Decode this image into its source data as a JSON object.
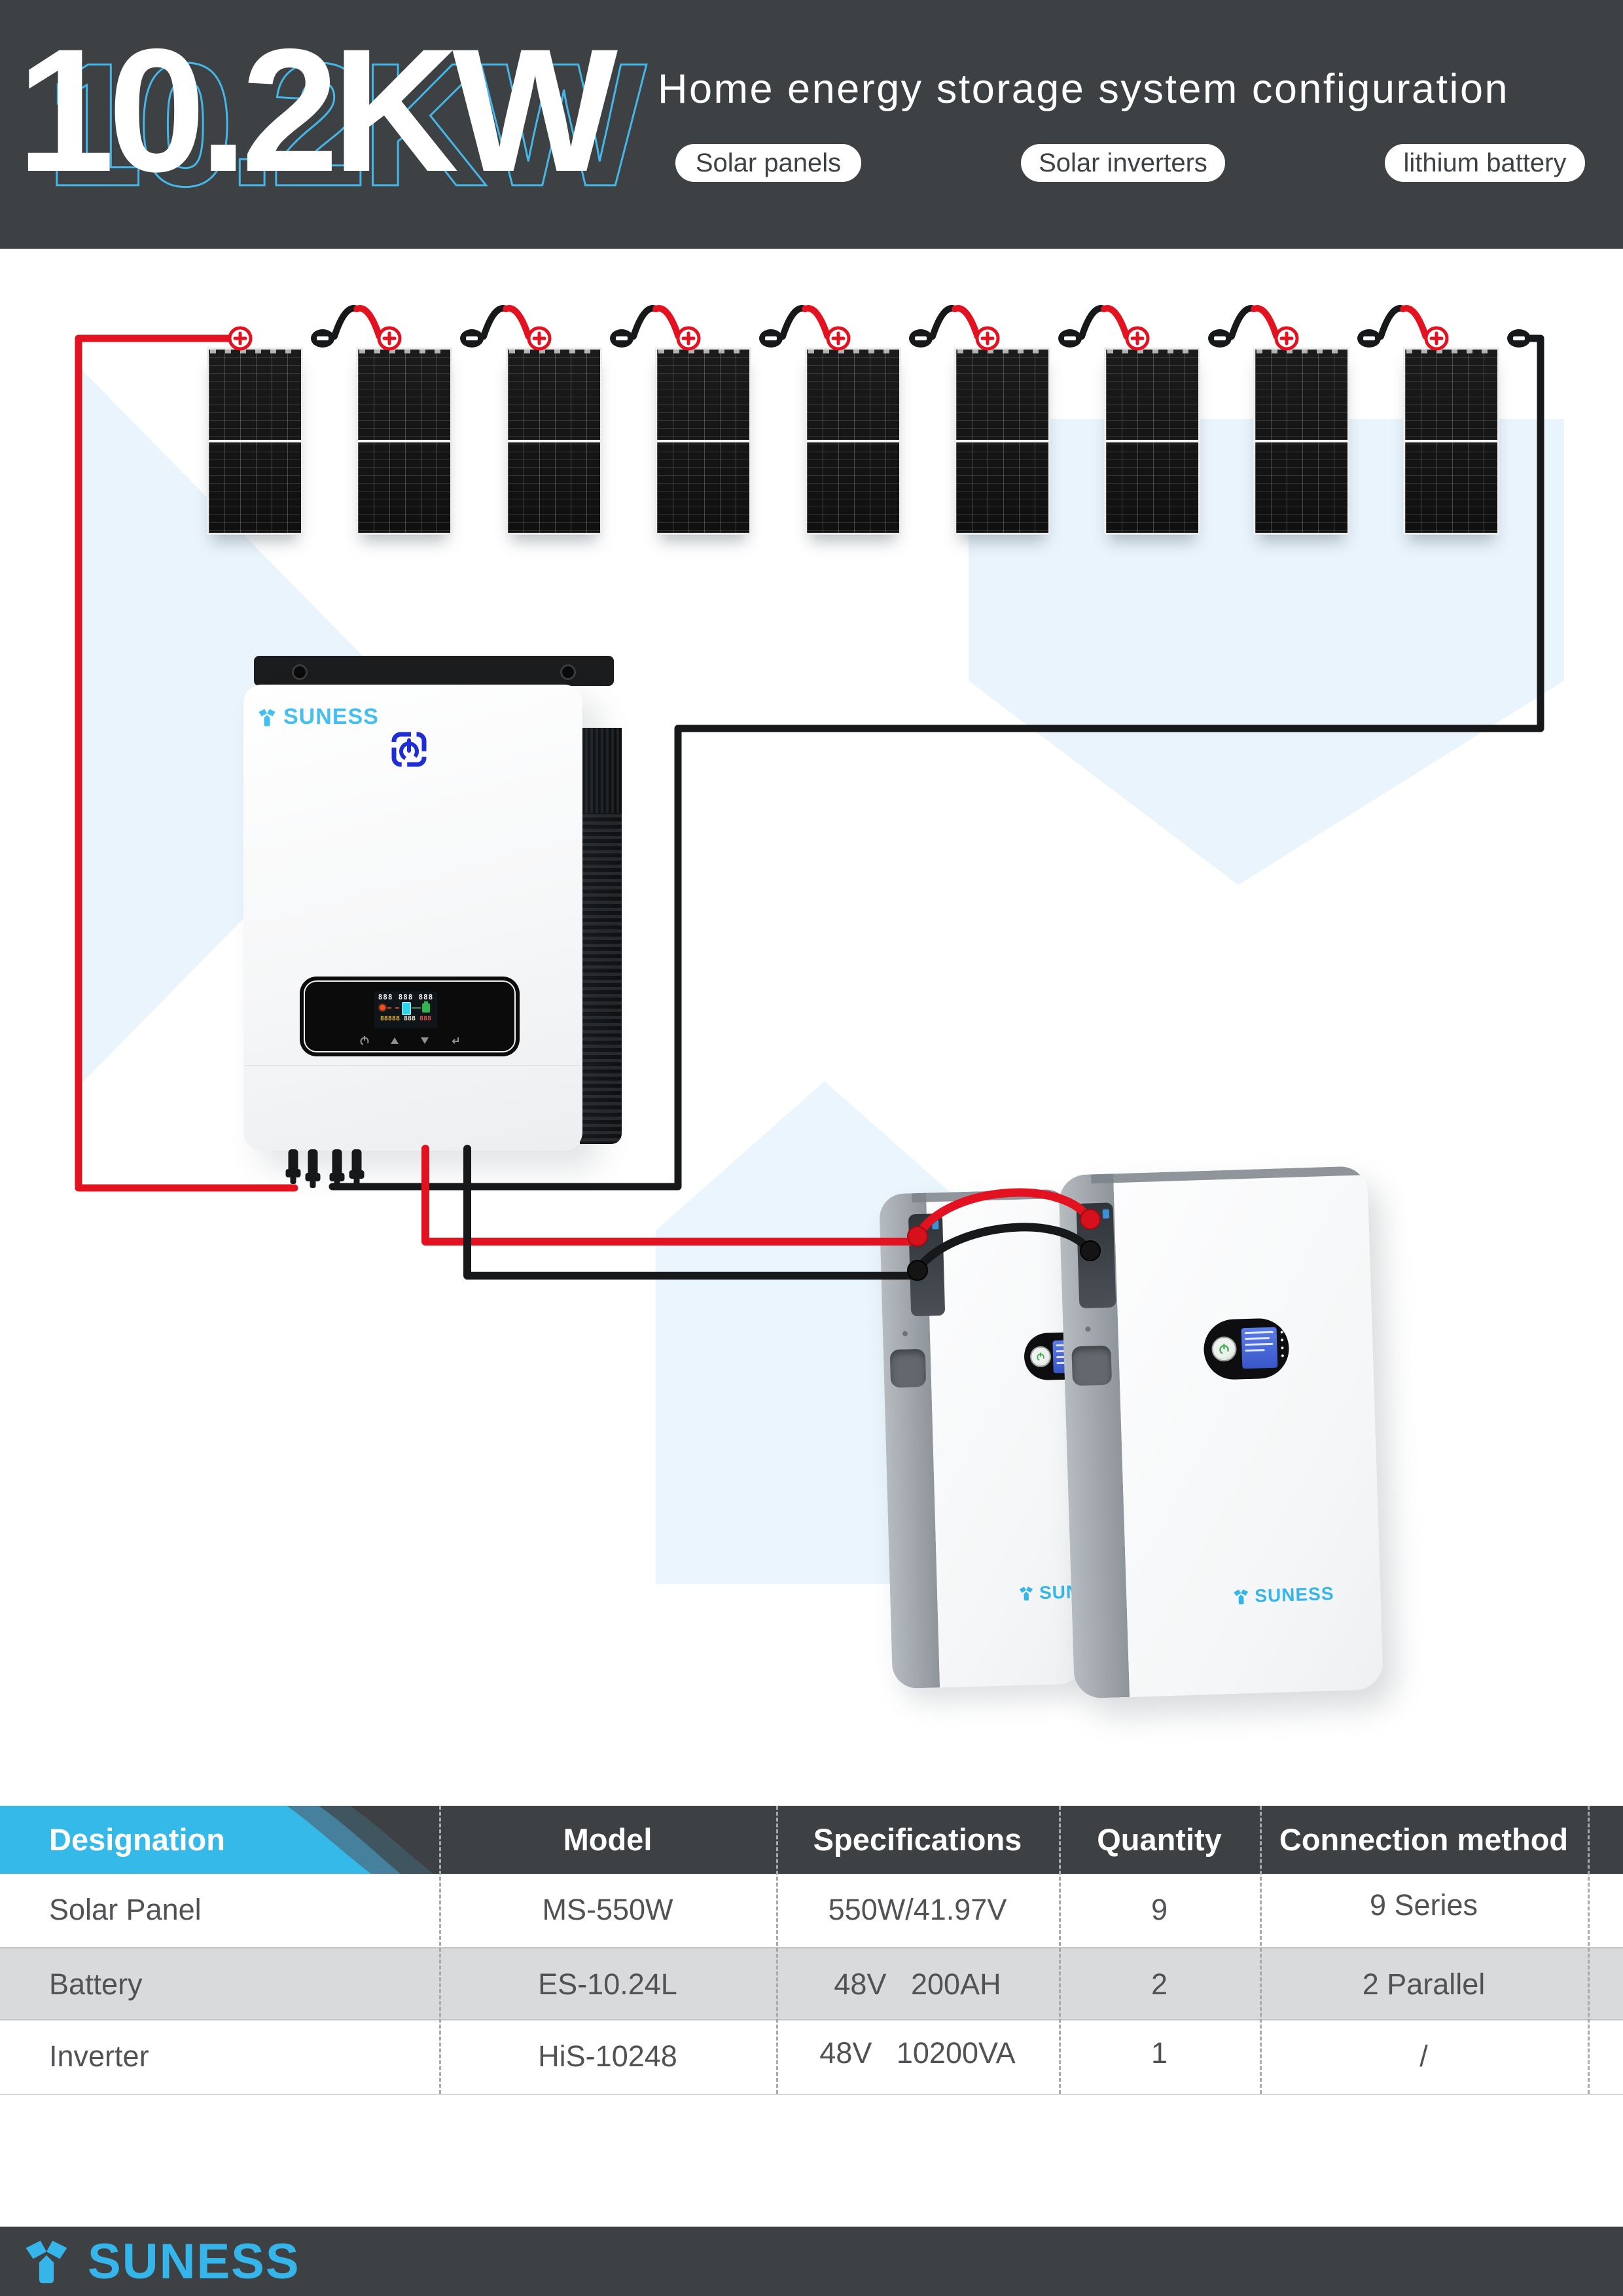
{
  "brand": "SUNESS",
  "header": {
    "kw": "10.2KW",
    "title": "Home energy storage system configuration",
    "pills": [
      "Solar panels",
      "Solar inverters",
      "lithium battery"
    ]
  },
  "inverter": {
    "lcd_top": [
      "888",
      "888",
      "888"
    ],
    "lcd_bottom_left": "88888",
    "lcd_bottom_mid": "888",
    "lcd_bottom_right": "888"
  },
  "table": {
    "columns": [
      "Designation",
      "Model",
      "Specifications",
      "Quantity",
      "Connection method"
    ],
    "rows": [
      [
        "Solar Panel",
        "MS-550W",
        "550W/41.97V",
        "9",
        "9 Series"
      ],
      [
        "Battery",
        "ES-10.24L",
        "48V   200AH",
        "2",
        "2 Parallel"
      ],
      [
        "Inverter",
        "HiS-10248",
        "48V   10200VA",
        "1",
        "/"
      ]
    ]
  },
  "colors": {
    "accent_cyan": "#35b9e9",
    "dark_gray": "#3e4144",
    "wire_red": "#e31220",
    "wire_black": "#17181a",
    "power_blue": "#1e2ed2",
    "row_gray": "#d9dadb"
  }
}
